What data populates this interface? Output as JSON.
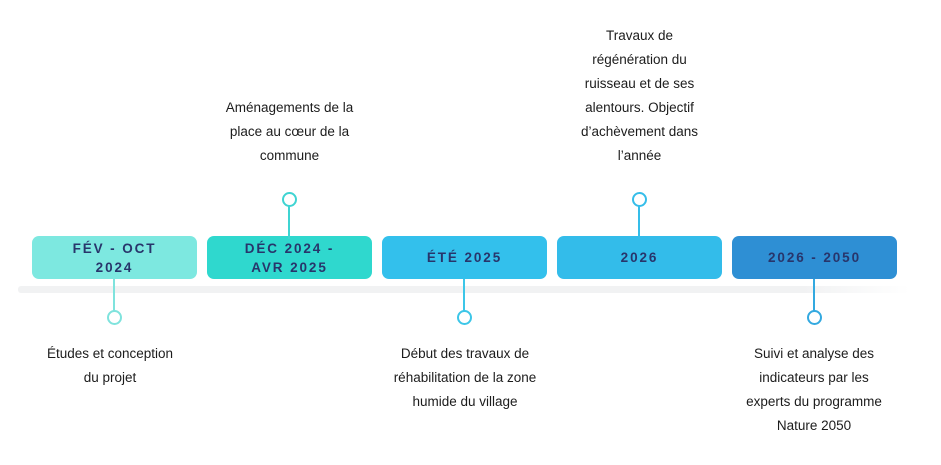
{
  "timeline": {
    "baseline_color": "#f1f2f3",
    "label_color": "#28356b",
    "note_color": "#1c1c1c",
    "milestones": [
      {
        "id": "fev-oct-2024",
        "bar_label": "FÉV - OCT\n2024",
        "color": "#7de8e0",
        "connector_color": "#7fe3dd",
        "note": "Études et conception\ndu projet",
        "note_position": "below"
      },
      {
        "id": "dec-2024-avr-2025",
        "bar_label": "DÉC 2024 -\nAVR 2025",
        "color": "#2fd8ce",
        "connector_color": "#3fd4d2",
        "note": "Aménagements de la\nplace au cœur de la\ncommune",
        "note_position": "above"
      },
      {
        "id": "ete-2025",
        "bar_label": "ÉTÉ 2025",
        "color": "#33c0ec",
        "connector_color": "#3cc6e8",
        "note": "Début des travaux de\nréhabilitation de la zone\nhumide du village",
        "note_position": "below"
      },
      {
        "id": "2026",
        "bar_label": "2026",
        "color": "#33bcea",
        "connector_color": "#35bde9",
        "note": "Travaux de\nrégénération du\nruisseau et de ses\nalentours. Objectif\nd’achèvement dans\nl’année",
        "note_position": "above"
      },
      {
        "id": "2026-2050",
        "bar_label": "2026 - 2050",
        "color": "#2e8fd4",
        "connector_color": "#33a9e0",
        "note": "Suivi et analyse des\nindicateurs par les\nexperts du programme\nNature 2050",
        "note_position": "below"
      }
    ]
  }
}
